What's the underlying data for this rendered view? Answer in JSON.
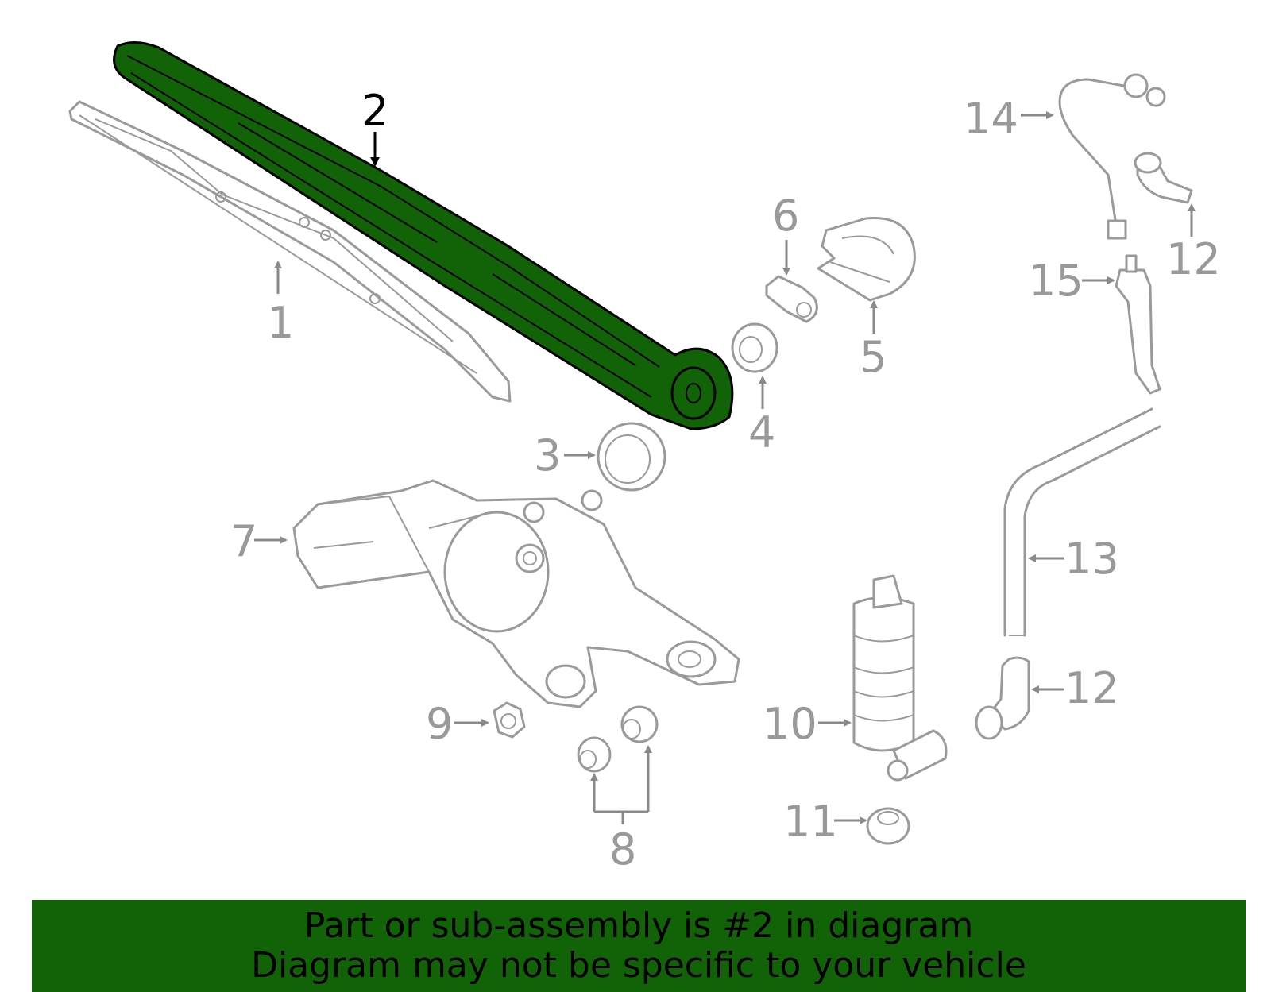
{
  "diagram": {
    "highlight_color": "#126307",
    "callouts": [
      "1",
      "2",
      "3",
      "4",
      "5",
      "6",
      "7",
      "8",
      "9",
      "10",
      "11",
      "12",
      "12",
      "13",
      "14",
      "15"
    ]
  },
  "banner": {
    "line1": "Part or sub-assembly is #2 in diagram",
    "line2": "Diagram may not be specific to your vehicle",
    "background": "#126307"
  }
}
